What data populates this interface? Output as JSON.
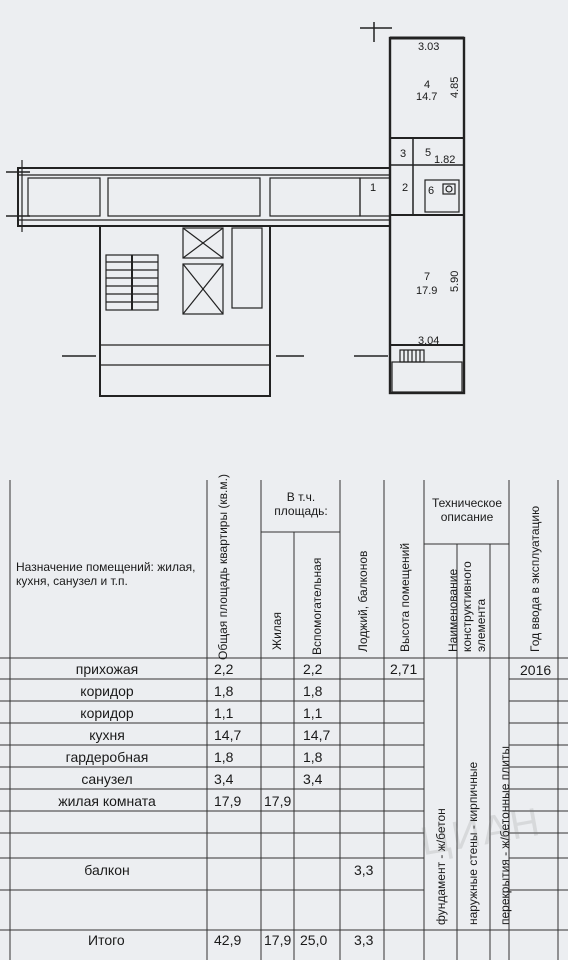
{
  "plan": {
    "labels": {
      "r4_width": "3.03",
      "r4_num": "4",
      "r4_area": "14.7",
      "r4_len": "4.85",
      "r3": "3",
      "r5": "5",
      "r5_dim": "1.82",
      "r1": "1",
      "r2": "2",
      "r6": "6",
      "r7_num": "7",
      "r7_area": "17.9",
      "r7_len": "5.90",
      "r7_width": "3.04"
    }
  },
  "table": {
    "headers": {
      "purpose": "Назначение помещений: жилая, кухня, санузел и т.п.",
      "total_area": "Общая площадь квартиры (кв.м.)",
      "incl_area": "В т.ч. площадь:",
      "living": "Жилая",
      "auxiliary": "Вспомогательная",
      "loggia": "Лоджий, балконов",
      "height": "Высота помещений",
      "tech": "Техническое описание",
      "element_name": "Наименование конструктивного элемента",
      "year": "Год ввода в эксплуатацию"
    },
    "rows": [
      {
        "name": "прихожая",
        "total": "2,2",
        "living": "",
        "aux": "2,2",
        "balcony": "",
        "height": "2,71"
      },
      {
        "name": "коридор",
        "total": "1,8",
        "living": "",
        "aux": "1,8",
        "balcony": "",
        "height": ""
      },
      {
        "name": "коридор",
        "total": "1,1",
        "living": "",
        "aux": "1,1",
        "balcony": "",
        "height": ""
      },
      {
        "name": "кухня",
        "total": "14,7",
        "living": "",
        "aux": "14,7",
        "balcony": "",
        "height": ""
      },
      {
        "name": "гардеробная",
        "total": "1,8",
        "living": "",
        "aux": "1,8",
        "balcony": "",
        "height": ""
      },
      {
        "name": "санузел",
        "total": "3,4",
        "living": "",
        "aux": "3,4",
        "balcony": "",
        "height": ""
      },
      {
        "name": "жилая комната",
        "total": "17,9",
        "living": "17,9",
        "aux": "",
        "balcony": "",
        "height": ""
      },
      {
        "name": "",
        "total": "",
        "living": "",
        "aux": "",
        "balcony": "",
        "height": ""
      },
      {
        "name": "балкон",
        "total": "",
        "living": "",
        "aux": "",
        "balcony": "3,3",
        "height": ""
      }
    ],
    "year_value": "2016",
    "tech_elements": {
      "foundation": "фундамент - ж/бетон",
      "walls": "наружные стены - кирпичные",
      "floors": "перекрытия - ж/бетонные плиты"
    },
    "total": {
      "label": "Итого",
      "total": "42,9",
      "living": "17,9",
      "aux": "25,0",
      "balcony": "3,3"
    },
    "watermark": "ЦИАН"
  }
}
